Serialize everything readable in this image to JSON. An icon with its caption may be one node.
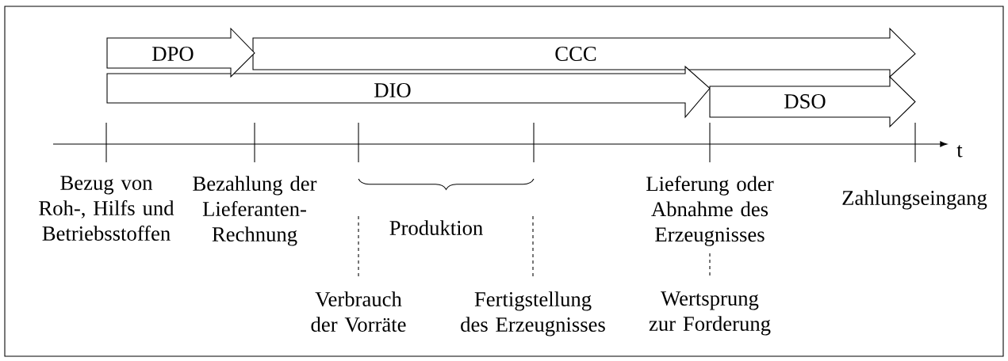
{
  "diagram": {
    "nodes": [
      {
        "text": [
          "DPO"
        ]
      },
      {
        "text": [
          "CCC"
        ]
      },
      {
        "text": [
          "DIO"
        ]
      },
      {
        "text": [
          "DSO"
        ]
      }
    ],
    "labels": [
      "t",
      "Bezug von Roh-, Hilfs und Betriebsstoffen",
      "Bezahlung der Lieferanten-Rechnung",
      "Lieferung oder Abnahme des Erzeugnisses",
      "Zahlungseingang",
      "Produktion",
      "Verbrauch der Vorräte",
      "Fertigstellung des Erzeugnisses",
      "Wertsprung zur Forderung"
    ]
  }
}
